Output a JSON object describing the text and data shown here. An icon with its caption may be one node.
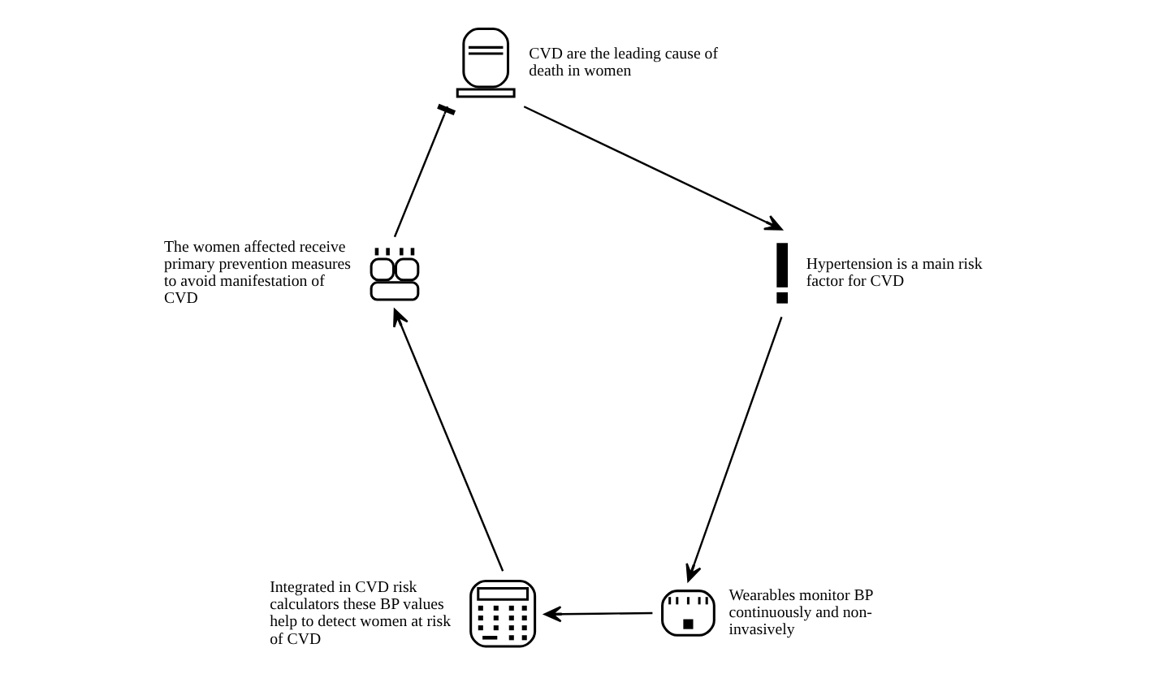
{
  "diagram": {
    "nodes": [
      {
        "text": [],
        "shape": "tombstone",
        "beside": [
          "CVD are the leading cause of death in women"
        ]
      },
      {
        "text": [],
        "shape": "exclamation",
        "beside": [
          "Hypertension is a main risk factor for CVD"
        ]
      },
      {
        "text": [],
        "shape": "gauge",
        "beside": [
          "Wearables monitor BP continuously and non-invasively"
        ]
      },
      {
        "text": [],
        "shape": "calculator",
        "beside": [
          "Integrated in CVD risk calculators these BP values help to detect women at risk of CVD"
        ]
      },
      {
        "text": [],
        "shape": "heart",
        "beside": [
          "The women affected receive primary prevention measures to avoid manifestation of CVD"
        ]
      }
    ],
    "edges": [
      {
        "from": 0,
        "to": 1,
        "arrow": "to"
      },
      {
        "from": 1,
        "to": 2,
        "arrow": "to"
      },
      {
        "from": 2,
        "to": 3,
        "arrow": "to"
      },
      {
        "from": 3,
        "to": 4,
        "arrow": "to"
      },
      {
        "from": 4,
        "to": 0,
        "arrow": "other"
      }
    ]
  }
}
